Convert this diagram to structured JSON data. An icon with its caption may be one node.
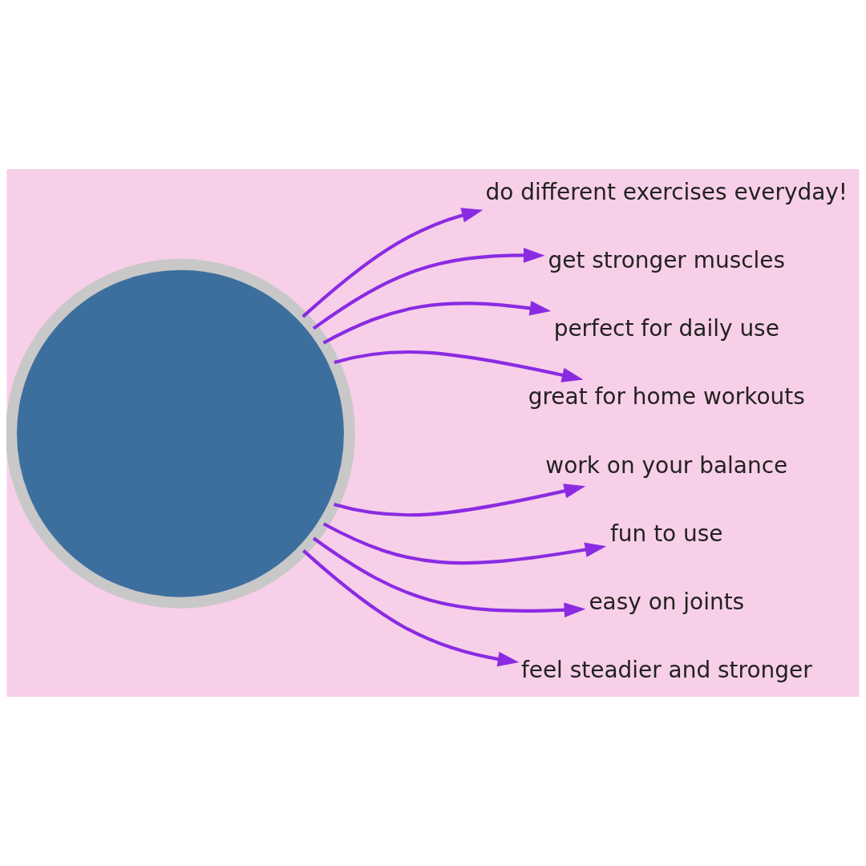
{
  "diagram": {
    "nodes": [
      {
        "text": [],
        "shape": "circle"
      },
      {
        "text": [
          "do different exercises everyday!"
        ]
      },
      {
        "text": [
          "get stronger muscles"
        ]
      },
      {
        "text": [
          "perfect for daily use"
        ]
      },
      {
        "text": [
          "great for home workouts"
        ]
      },
      {
        "text": [
          "work on your balance"
        ]
      },
      {
        "text": [
          "fun to use"
        ]
      },
      {
        "text": [
          "easy on joints"
        ]
      },
      {
        "text": [
          "feel steadier and stronger"
        ]
      }
    ],
    "edges": [
      {
        "from": 0,
        "to": 1,
        "arrow": "to"
      },
      {
        "from": 0,
        "to": 2,
        "arrow": "to"
      },
      {
        "from": 0,
        "to": 3,
        "arrow": "to"
      },
      {
        "from": 0,
        "to": 4,
        "arrow": "to"
      },
      {
        "from": 0,
        "to": 5,
        "arrow": "to"
      },
      {
        "from": 0,
        "to": 6,
        "arrow": "to"
      },
      {
        "from": 0,
        "to": 7,
        "arrow": "to"
      },
      {
        "from": 0,
        "to": 8,
        "arrow": "to"
      }
    ]
  }
}
